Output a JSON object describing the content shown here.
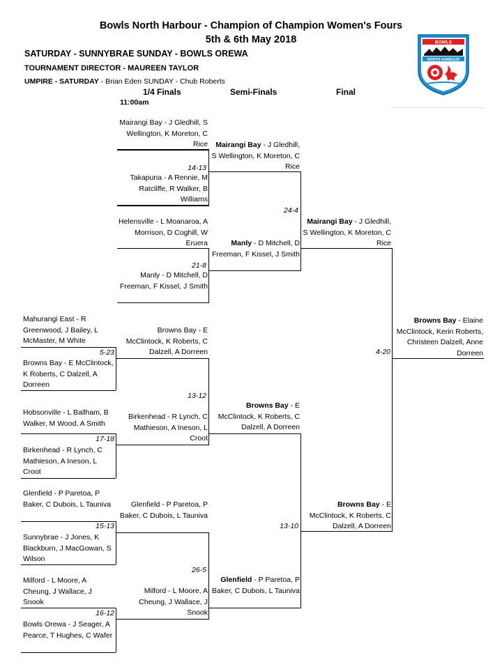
{
  "header": {
    "title_line1": "Bowls North Harbour - Champion of Champion Women's Fours",
    "title_line2": "5th & 6th May 2018",
    "venues": "SATURDAY - SUNNYBRAE   SUNDAY - BOWLS OREWA",
    "director": "TOURNAMENT DIRECTOR - MAUREEN TAYLOR",
    "umpire_label": "UMPIRE - SATURDAY",
    "umpire_rest": " - Brian Eden     SUNDAY - Chub Roberts",
    "time": "11:00am"
  },
  "logo": {
    "top_text": "BOWLS",
    "bottom_text": "NORTH HARBOUR",
    "colors": {
      "blue": "#1a8fd0",
      "red": "#e02020"
    }
  },
  "rounds": {
    "quarter": "1/4 Finals",
    "semi": "Semi-Finals",
    "final": "Final"
  },
  "round1": {
    "m1a": "Mairangi Bay - J Gledhill, S Wellington, K Moreton, C Rice",
    "m1b": "Takapuna - A Rennie, M Ratcliffe, R Walker, B Williams",
    "m2a": "Helensville - L Moanaroa, A Morrison, D Coghill, W Eruera",
    "m2b": "Manly - D Mitchell, D Freeman, F Kissel, J Smith",
    "m3a": "Mahurangi East - R Greenwood, J Bailey, L McMaster, M White",
    "m3b": "Browns Bay - E McClintock, K Roberts, C Dalzell, A Dorreen",
    "m4a": "Hobsonville - L Ballham, B Walker, M Wood, A Smith",
    "m4b": "Birkenhead - R Lynch, C Mathieson, A Ineson, L Croot",
    "m5a": "Glenfield - P Paretoa, P Baker, C Dubois, L Tauniva",
    "m5b": "Sunnybrae - J Jones, K Blackburn, J MacGowan, S Wilson",
    "m6a": "Milford - L Moore, A Cheung, J Wallace, J Snook",
    "m6b": "Bowls Orewa - J Seager, A Pearce, T Hughes, C Wafer",
    "s1": "14-13",
    "s2": "21-8",
    "s3": "5-23",
    "s4": "17-18",
    "s5": "15-13",
    "s6": "16-12"
  },
  "quarter": {
    "q3a": "Browns Bay - E McClintock, K Roberts, C Dalzell, A Dorreen",
    "q3b": "Birkenhead - R Lynch, C Mathieson, A Ineson, L Croot",
    "q4a": "Glenfield - P Paretoa, P Baker, C Dubois, L Tauniva",
    "q4b": "Milford - L Moore, A Cheung, J Wallace, J Snook",
    "s3": "13-12",
    "s4": "26-5"
  },
  "semi": {
    "a_club": "Mairangi Bay",
    "a_rest": " - J Gledhill, S Wellington, K Moreton, C Rice",
    "b_club": "Manly",
    "b_rest": " - D Mitchell, D Freeman, F Kissel, J Smith",
    "c_club": "Browns Bay",
    "c_rest": " - E McClintock, K Roberts, C Dalzell, A Dorreen",
    "d_club": "Glenfield",
    "d_rest": " - P Paretoa, P Baker, C Dubois, L Tauniva",
    "s1": "24-4",
    "s2": "13-10"
  },
  "final": {
    "a_club": "Mairangi Bay",
    "a_rest": " - J Gledhill, S Wellington, K Moreton, C Rice",
    "b_club": "Browns Bay",
    "b_rest": " - E McClintock, K Roberts, C Dalzell, A Dorreen",
    "score": "4-20"
  },
  "champion": {
    "club": "Browns Bay",
    "rest": " - Elaine McClintock, Kerin Roberts, Christeen Dalzell, Anne Dorreen"
  }
}
